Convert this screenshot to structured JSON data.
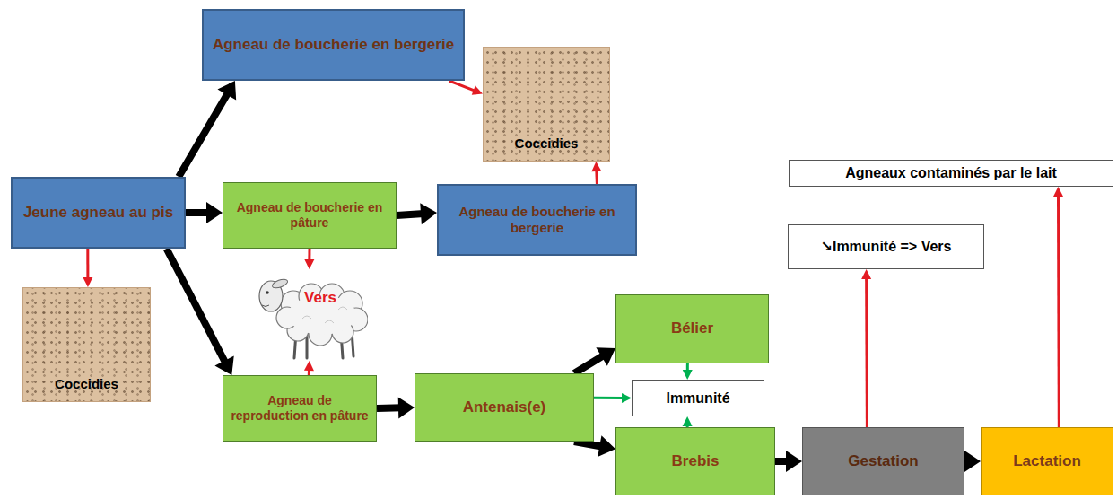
{
  "diagram": {
    "nodes": [
      {
        "text": [
          "Jeune agneau au pis"
        ]
      },
      {
        "text": [
          "Agneau de boucherie en bergerie"
        ]
      },
      {
        "text": [
          "Coccidies"
        ]
      },
      {
        "text": [
          "Agneau de boucherie en pâture"
        ]
      },
      {
        "text": [
          "Agneau de boucherie en bergerie"
        ]
      },
      {
        "text": [
          "Coccidies"
        ]
      },
      {
        "text": [
          "Vers"
        ]
      },
      {
        "text": [
          "Agneau de reproduction en pâture"
        ]
      },
      {
        "text": [
          "Antenais(e)"
        ]
      },
      {
        "text": [
          "Bélier"
        ]
      },
      {
        "text": [
          "Immunité"
        ]
      },
      {
        "text": [
          "Brebis"
        ]
      },
      {
        "text": [
          "Gestation"
        ]
      },
      {
        "text": [
          "Lactation"
        ]
      },
      {
        "text": [
          "↘Immunité => Vers"
        ]
      },
      {
        "text": [
          "Agneaux contaminés par le lait"
        ]
      }
    ],
    "edges": [
      {
        "from": 0,
        "to": 1,
        "arrow": "to"
      },
      {
        "from": 0,
        "to": 3,
        "arrow": "to"
      },
      {
        "from": 0,
        "to": 7,
        "arrow": "to"
      },
      {
        "from": 0,
        "to": 5,
        "arrow": "to"
      },
      {
        "from": 1,
        "to": 2,
        "arrow": "to"
      },
      {
        "from": 3,
        "to": 4,
        "arrow": "to"
      },
      {
        "from": 4,
        "to": 2,
        "arrow": "to"
      },
      {
        "from": 3,
        "to": 6,
        "arrow": "to"
      },
      {
        "from": 7,
        "to": 6,
        "arrow": "to"
      },
      {
        "from": 7,
        "to": 8,
        "arrow": "to"
      },
      {
        "from": 8,
        "to": 9,
        "arrow": "to"
      },
      {
        "from": 8,
        "to": 11,
        "arrow": "to"
      },
      {
        "from": 8,
        "to": 10,
        "arrow": "to"
      },
      {
        "from": 9,
        "to": 10,
        "arrow": "to"
      },
      {
        "from": 11,
        "to": 10,
        "arrow": "to"
      },
      {
        "from": 11,
        "to": 12,
        "arrow": "to"
      },
      {
        "from": 12,
        "to": 13,
        "arrow": "to"
      },
      {
        "from": 12,
        "to": 14,
        "arrow": "to"
      },
      {
        "from": 13,
        "to": 15,
        "arrow": "to"
      }
    ]
  }
}
